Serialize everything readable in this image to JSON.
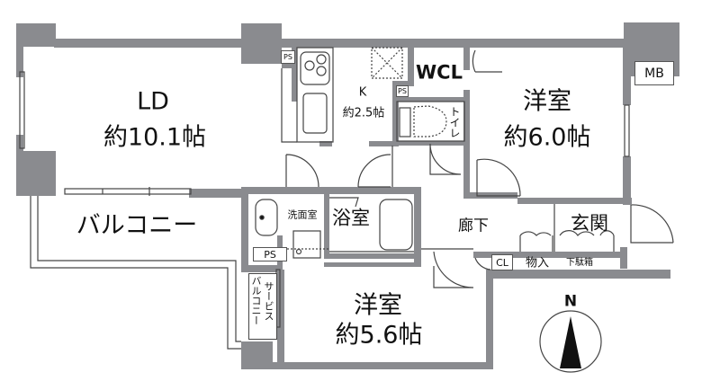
{
  "rooms": {
    "ld": {
      "name": "LD",
      "size": "約10.1帖"
    },
    "kitchen": {
      "name": "K",
      "size": "約2.5帖"
    },
    "wcl": {
      "name": "WCL"
    },
    "western_room_1": {
      "name": "洋室",
      "size": "約6.0帖"
    },
    "mb": {
      "name": "MB"
    },
    "toilet": {
      "name": "トイレ"
    },
    "balcony": {
      "name": "バルコニー"
    },
    "washroom": {
      "name": "洗面室"
    },
    "bathroom": {
      "name": "浴室"
    },
    "hallway": {
      "name": "廊下"
    },
    "entrance": {
      "name": "玄関"
    },
    "closet": {
      "name": "CL"
    },
    "storage": {
      "name": "物入"
    },
    "shoe_box": {
      "name": "下駄箱"
    },
    "service_balcony": {
      "name": "サービスバルコニー",
      "line1": "サービス",
      "line2": "バルコニー"
    },
    "western_room_2": {
      "name": "洋室",
      "size": "約5.6帖"
    }
  },
  "pipe_spaces": [
    "PS",
    "PS",
    "PS"
  ],
  "compass": {
    "label": "N"
  },
  "colors": {
    "wall": "#8a8b8f",
    "line": "#444444",
    "background": "#ffffff"
  }
}
